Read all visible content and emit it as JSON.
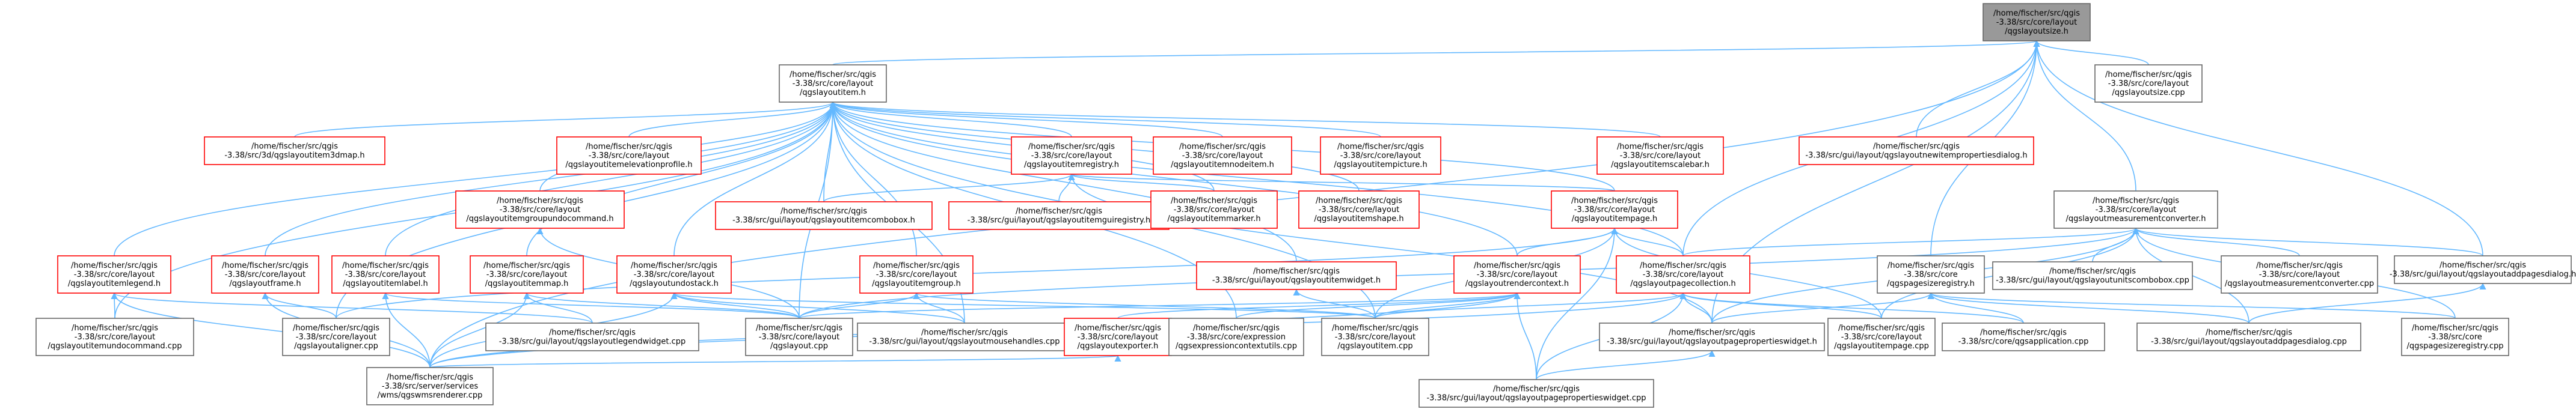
{
  "colors": {
    "edge": "#63b8ff",
    "root_fill": "#999999",
    "node_stroke_normal": "#666666",
    "node_stroke_red": "#ff0000",
    "node_fill": "#ffffff"
  },
  "nodes": [
    {
      "id": "root",
      "lines": [
        "/home/fischer/src/qgis",
        "-3.38/src/core/layout",
        "/qgslayoutsize.h"
      ],
      "style": "root"
    },
    {
      "id": "item",
      "lines": [
        "/home/fischer/src/qgis",
        "-3.38/src/core/layout",
        "/qgslayoutitem.h"
      ],
      "style": "normal"
    },
    {
      "id": "size_cpp",
      "lines": [
        "/home/fischer/src/qgis",
        "-3.38/src/core/layout",
        "/qgslayoutsize.cpp"
      ],
      "style": "normal"
    },
    {
      "id": "mconv_h",
      "lines": [
        "/home/fischer/src/qgis",
        "-3.38/src/core/layout",
        "/qgslayoutmeasurementconverter.h"
      ],
      "style": "normal"
    },
    {
      "id": "newitemprops",
      "lines": [
        "/home/fischer/src/qgis",
        "-3.38/src/gui/layout/qgslayoutnewitempropertiesdialog.h"
      ],
      "style": "red"
    },
    {
      "id": "item3dmap",
      "lines": [
        "/home/fischer/src/qgis",
        "-3.38/src/3d/qgslayoutitem3dmap.h"
      ],
      "style": "red"
    },
    {
      "id": "elevprofile",
      "lines": [
        "/home/fischer/src/qgis",
        "-3.38/src/core/layout",
        "/qgslayoutitemelevationprofile.h"
      ],
      "style": "red"
    },
    {
      "id": "registry",
      "lines": [
        "/home/fischer/src/qgis",
        "-3.38/src/core/layout",
        "/qgslayoutitemregistry.h"
      ],
      "style": "red"
    },
    {
      "id": "nodeitem",
      "lines": [
        "/home/fischer/src/qgis",
        "-3.38/src/core/layout",
        "/qgslayoutitemnodeitem.h"
      ],
      "style": "red"
    },
    {
      "id": "picture",
      "lines": [
        "/home/fischer/src/qgis",
        "-3.38/src/core/layout",
        "/qgslayoutitempicture.h"
      ],
      "style": "red"
    },
    {
      "id": "scalebar",
      "lines": [
        "/home/fischer/src/qgis",
        "-3.38/src/core/layout",
        "/qgslayoutitemscalebar.h"
      ],
      "style": "red"
    },
    {
      "id": "groupundo",
      "lines": [
        "/home/fischer/src/qgis",
        "-3.38/src/core/layout",
        "/qgslayoutitemgroupundocommand.h"
      ],
      "style": "red"
    },
    {
      "id": "combobox",
      "lines": [
        "/home/fischer/src/qgis",
        "-3.38/src/gui/layout/qgslayoutitemcombobox.h"
      ],
      "style": "red"
    },
    {
      "id": "guiregistry",
      "lines": [
        "/home/fischer/src/qgis",
        "-3.38/src/gui/layout/qgslayoutitemguiregistry.h"
      ],
      "style": "red"
    },
    {
      "id": "marker",
      "lines": [
        "/home/fischer/src/qgis",
        "-3.38/src/core/layout",
        "/qgslayoutitemmarker.h"
      ],
      "style": "red"
    },
    {
      "id": "shape",
      "lines": [
        "/home/fischer/src/qgis",
        "-3.38/src/core/layout",
        "/qgslayoutitemshape.h"
      ],
      "style": "red"
    },
    {
      "id": "page_h",
      "lines": [
        "/home/fischer/src/qgis",
        "-3.38/src/core/layout",
        "/qgslayoutitempage.h"
      ],
      "style": "red"
    },
    {
      "id": "legend",
      "lines": [
        "/home/fischer/src/qgis",
        "-3.38/src/core/layout",
        "/qgslayoutitemlegend.h"
      ],
      "style": "red"
    },
    {
      "id": "frame",
      "lines": [
        "/home/fischer/src/qgis",
        "-3.38/src/core/layout",
        "/qgslayoutframe.h"
      ],
      "style": "red"
    },
    {
      "id": "label",
      "lines": [
        "/home/fischer/src/qgis",
        "-3.38/src/core/layout",
        "/qgslayoutitemlabel.h"
      ],
      "style": "red"
    },
    {
      "id": "map_h",
      "lines": [
        "/home/fischer/src/qgis",
        "-3.38/src/core/layout",
        "/qgslayoutitemmap.h"
      ],
      "style": "red"
    },
    {
      "id": "undostack",
      "lines": [
        "/home/fischer/src/qgis",
        "-3.38/src/core/layout",
        "/qgslayoutundostack.h"
      ],
      "style": "red"
    },
    {
      "id": "group_h",
      "lines": [
        "/home/fischer/src/qgis",
        "-3.38/src/core/layout",
        "/qgslayoutitemgroup.h"
      ],
      "style": "red"
    },
    {
      "id": "itemwidget",
      "lines": [
        "/home/fischer/src/qgis",
        "-3.38/src/gui/layout/qgslayoutitemwidget.h"
      ],
      "style": "red"
    },
    {
      "id": "rendercontext",
      "lines": [
        "/home/fischer/src/qgis",
        "-3.38/src/core/layout",
        "/qgslayoutrendercontext.h"
      ],
      "style": "red"
    },
    {
      "id": "pagecoll",
      "lines": [
        "/home/fischer/src/qgis",
        "-3.38/src/core/layout",
        "/qgslayoutpagecollection.h"
      ],
      "style": "red"
    },
    {
      "id": "pagesizereg",
      "lines": [
        "/home/fischer/src/qgis",
        "-3.38/src/core",
        "/qgspagesizeregistry.h"
      ],
      "style": "normal"
    },
    {
      "id": "unitscombo",
      "lines": [
        "/home/fischer/src/qgis",
        "-3.38/src/gui/layout/qgslayoutunitscombobox.cpp"
      ],
      "style": "normal"
    },
    {
      "id": "mconv_cpp",
      "lines": [
        "/home/fischer/src/qgis",
        "-3.38/src/core/layout",
        "/qgslayoutmeasurementconverter.cpp"
      ],
      "style": "normal"
    },
    {
      "id": "addpages_h",
      "lines": [
        "/home/fischer/src/qgis",
        "-3.38/src/gui/layout/qgslayoutaddpagesdialog.h"
      ],
      "style": "normal"
    },
    {
      "id": "undocmd_cpp",
      "lines": [
        "/home/fischer/src/qgis",
        "-3.38/src/core/layout",
        "/qgslayoutitemundocommand.cpp"
      ],
      "style": "normal"
    },
    {
      "id": "aligner_cpp",
      "lines": [
        "/home/fischer/src/qgis",
        "-3.38/src/core/layout",
        "/qgslayoutaligner.cpp"
      ],
      "style": "normal"
    },
    {
      "id": "legendwidget_cpp",
      "lines": [
        "/home/fischer/src/qgis",
        "-3.38/src/gui/layout/qgslayoutlegendwidget.cpp"
      ],
      "style": "normal"
    },
    {
      "id": "layout_cpp",
      "lines": [
        "/home/fischer/src/qgis",
        "-3.38/src/core/layout",
        "/qgslayout.cpp"
      ],
      "style": "normal"
    },
    {
      "id": "mousehandles_cpp",
      "lines": [
        "/home/fischer/src/qgis",
        "-3.38/src/gui/layout/qgslayoutmousehandles.cpp"
      ],
      "style": "normal"
    },
    {
      "id": "exporter_h",
      "lines": [
        "/home/fischer/src/qgis",
        "-3.38/src/core/layout",
        "/qgslayoutexporter.h"
      ],
      "style": "red"
    },
    {
      "id": "exprctx_cpp",
      "lines": [
        "/home/fischer/src/qgis",
        "-3.38/src/core/expression",
        "/qgsexpressioncontextutils.cpp"
      ],
      "style": "normal"
    },
    {
      "id": "item_cpp",
      "lines": [
        "/home/fischer/src/qgis",
        "-3.38/src/core/layout",
        "/qgslayoutitem.cpp"
      ],
      "style": "normal"
    },
    {
      "id": "pagepropw_h",
      "lines": [
        "/home/fischer/src/qgis",
        "-3.38/src/gui/layout/qgslayoutpagepropertieswidget.h"
      ],
      "style": "normal"
    },
    {
      "id": "page_cpp",
      "lines": [
        "/home/fischer/src/qgis",
        "-3.38/src/core/layout",
        "/qgslayoutitempage.cpp"
      ],
      "style": "normal"
    },
    {
      "id": "application_cpp",
      "lines": [
        "/home/fischer/src/qgis",
        "-3.38/src/core/qgsapplication.cpp"
      ],
      "style": "normal"
    },
    {
      "id": "addpages_cpp",
      "lines": [
        "/home/fischer/src/qgis",
        "-3.38/src/gui/layout/qgslayoutaddpagesdialog.cpp"
      ],
      "style": "normal"
    },
    {
      "id": "pagesizereg_cpp",
      "lines": [
        "/home/fischer/src/qgis",
        "-3.38/src/core",
        "/qgspagesizeregistry.cpp"
      ],
      "style": "normal"
    },
    {
      "id": "wmsrenderer_cpp",
      "lines": [
        "/home/fischer/src/qgis",
        "-3.38/src/server/services",
        "/wms/qgswmsrenderer.cpp"
      ],
      "style": "normal"
    },
    {
      "id": "pagepropw_cpp",
      "lines": [
        "/home/fischer/src/qgis",
        "-3.38/src/gui/layout/qgslayoutpagepropertieswidget.cpp"
      ],
      "style": "normal"
    }
  ]
}
